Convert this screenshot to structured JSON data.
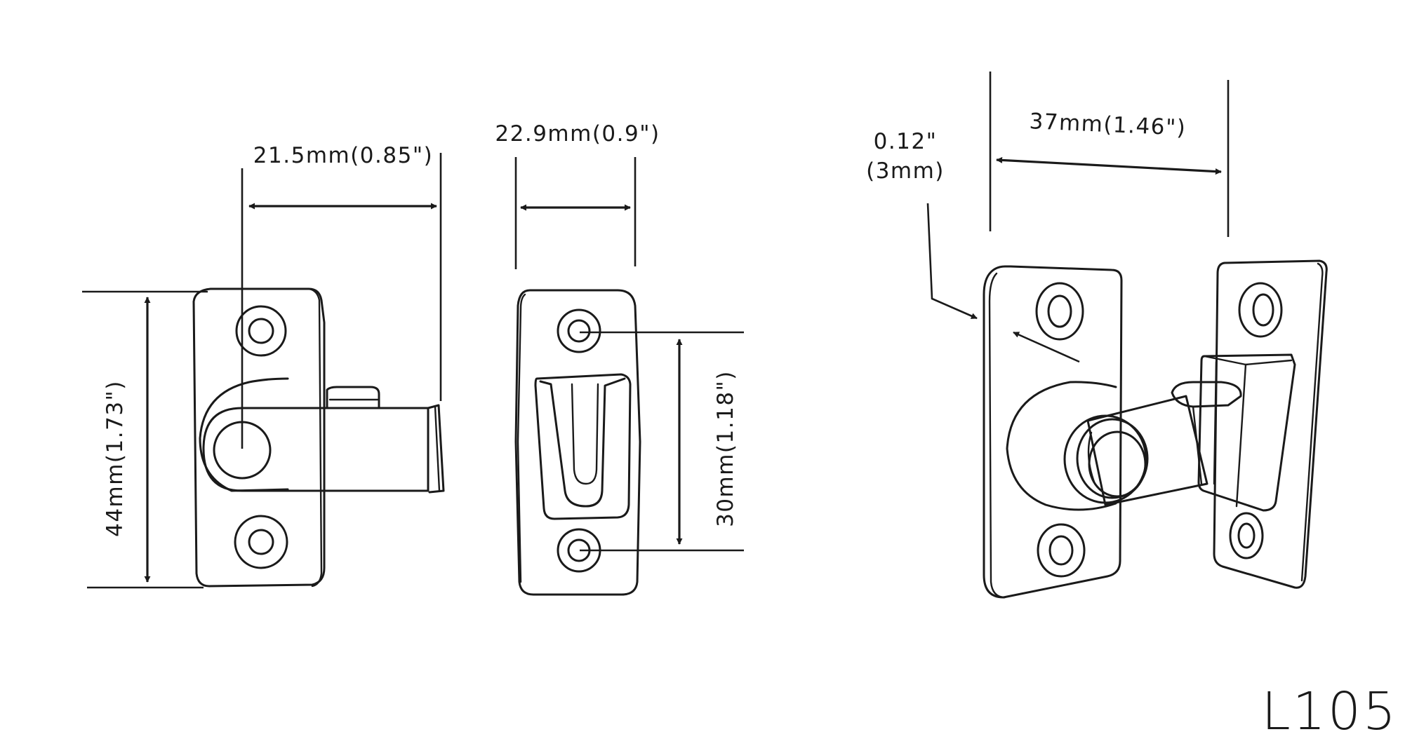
{
  "dimensions": {
    "width_label": "21.5mm(0.85\")",
    "strike_width_label": "22.9mm(0.9\")",
    "height_label": "44mm(1.73\")",
    "hole_spacing_label": "30mm(1.18\")",
    "span_label": "37mm(1.46\")",
    "gap_label_line1": "0.12\"",
    "gap_label_line2": "(3mm)"
  },
  "model_number": "L105",
  "colors": {
    "line": "#1a1a1a",
    "background": "#ffffff"
  }
}
